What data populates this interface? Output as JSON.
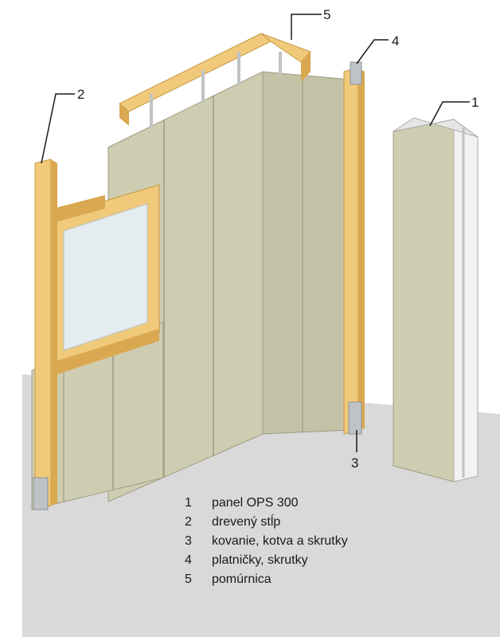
{
  "callouts": [
    {
      "id": "1",
      "label": "1"
    },
    {
      "id": "2",
      "label": "2"
    },
    {
      "id": "3",
      "label": "3"
    },
    {
      "id": "4",
      "label": "4"
    },
    {
      "id": "5",
      "label": "5"
    }
  ],
  "legend": [
    {
      "number": "1",
      "text": "panel OPS 300"
    },
    {
      "number": "2",
      "text": "drevený stĺp"
    },
    {
      "number": "3",
      "text": "kovanie, kotva a skrutky"
    },
    {
      "number": "4",
      "text": "platničky, skrutky"
    },
    {
      "number": "5",
      "text": "pomúrnica"
    }
  ],
  "colors": {
    "floor": "#d9d9d9",
    "panel": "#cfcdb1",
    "panel_dark": "#b9b79c",
    "panel_edge": "#9e9c84",
    "wood": "#f0c97a",
    "wood_dark": "#d9a850",
    "window_glass": "#e4ecef",
    "metal": "#bfc3c6",
    "panel_core": "#f2f2f2"
  }
}
